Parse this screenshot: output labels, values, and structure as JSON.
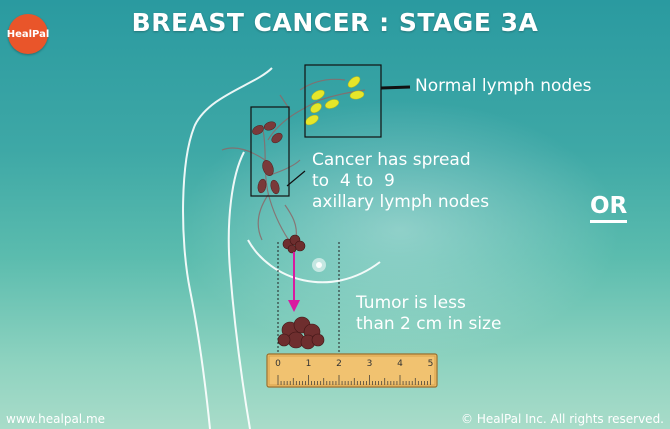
{
  "title": "BREAST CANCER : STAGE 3A",
  "logo_text": "HealPal",
  "labels": {
    "normal_nodes": "Normal lymph nodes",
    "spread_line1": "Cancer has spread",
    "spread_line2": "to  4 to  9",
    "spread_line3": "axillary lymph nodes",
    "tumor_line1": "Tumor is less",
    "tumor_line2": "than 2 cm in size",
    "or": "OR"
  },
  "ruler_ticks": [
    "0",
    "1",
    "2",
    "3",
    "4",
    "5"
  ],
  "footer": {
    "website": "www.healpal.me",
    "copyright": "© HealPal Inc. All rights reserved."
  },
  "colors": {
    "accent": "#e9552a",
    "normal_node": "#e6e62a",
    "cancer_node": "#7a3a3a",
    "arrow": "#d91aa0"
  }
}
